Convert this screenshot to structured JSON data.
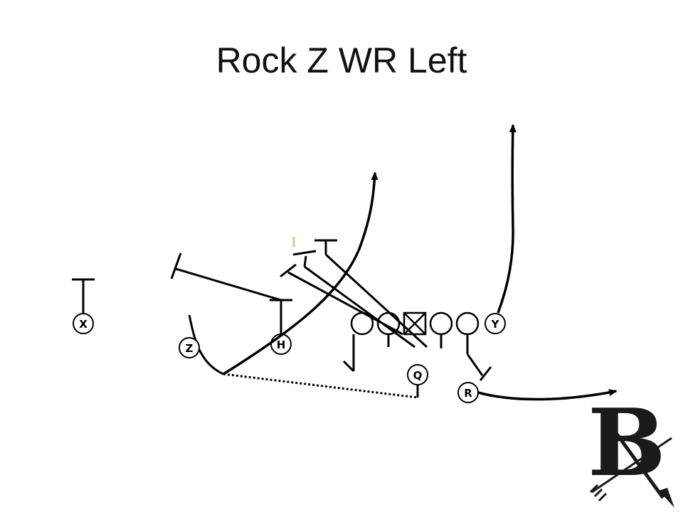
{
  "title": "Rock Z WR Left",
  "players": {
    "x": "X",
    "z": "Z",
    "h": "H",
    "q": "Q",
    "r": "R",
    "y": "Y"
  },
  "logo": {
    "letter": "B",
    "name": "logo-b-arrow"
  },
  "colors": {
    "ink": "#000000",
    "background": "#ffffff",
    "logo_ink": "#1a1a1a"
  }
}
